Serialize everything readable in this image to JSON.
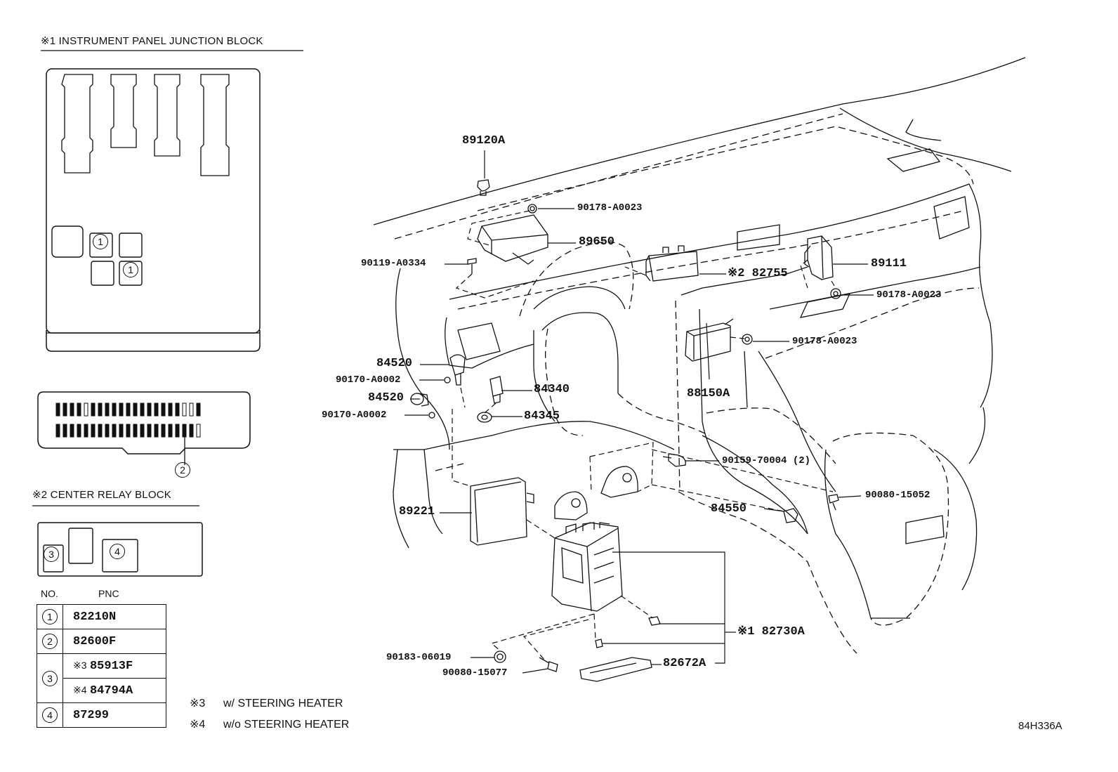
{
  "insets": {
    "junction_block_title": "※1 INSTRUMENT PANEL JUNCTION BLOCK",
    "relay_block_title": "※2 CENTER RELAY BLOCK",
    "marker_1": "1",
    "marker_2": "2",
    "marker_3": "3",
    "marker_4": "4"
  },
  "pnc_table": {
    "header_no": "NO.",
    "header_pnc": "PNC",
    "rows": [
      {
        "no": "1",
        "pnc": "82210N"
      },
      {
        "no": "2",
        "pnc": "82600F"
      },
      {
        "no": "3",
        "pnc_a_mark": "※3",
        "pnc_a": "85913F",
        "pnc_b_mark": "※4",
        "pnc_b": "84794A"
      },
      {
        "no": "4",
        "pnc": "87299"
      }
    ]
  },
  "notes": [
    {
      "mark": "※3",
      "text": "w/ STEERING HEATER"
    },
    {
      "mark": "※4",
      "text": "w/o STEERING HEATER"
    }
  ],
  "parts": {
    "p89120A": "89120A",
    "p90178a": "90178-A0023",
    "p89650": "89650",
    "p90119": "90119-A0334",
    "p82755": "※2 82755",
    "p89111": "89111",
    "p90178b": "90178-A0023",
    "p90178c": "90178-A0023",
    "p84520a": "84520",
    "p90170a": "90170-A0002",
    "p84340": "84340",
    "p84520b": "84520",
    "p90170b": "90170-A0002",
    "p84345": "84345",
    "p88150A": "88150A",
    "p90159": "90159-70004 (2)",
    "p90080a": "90080-15052",
    "p84550": "84550",
    "p89221": "89221",
    "p82730A": "※1 82730A",
    "p90183": "90183-06019",
    "p90080b": "90080-15077",
    "p82672A": "82672A"
  },
  "drawing_code": "84H336A"
}
